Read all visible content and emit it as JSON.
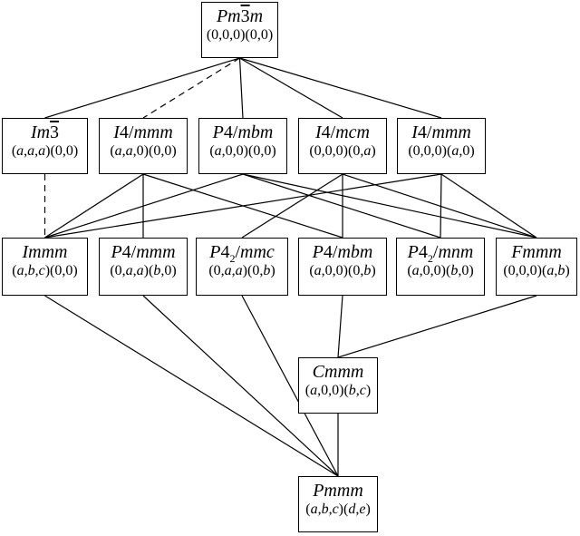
{
  "nodes": {
    "pm3m": {
      "name": [
        {
          "t": "Pm",
          "i": true
        },
        {
          "t": "3",
          "ov": true
        },
        {
          "t": "m",
          "i": true
        }
      ],
      "params": "(0,0,0)(0,0)"
    },
    "im3": {
      "name": [
        {
          "t": "Im",
          "i": true
        },
        {
          "t": "3",
          "ov": true
        }
      ],
      "params": "(a,a,a)(0,0)"
    },
    "i4mmm_a": {
      "name": [
        {
          "t": "I",
          "i": true
        },
        {
          "t": "4/"
        },
        {
          "t": "mmm",
          "i": true
        }
      ],
      "params": "(a,a,0)(0,0)"
    },
    "p4mbm_a": {
      "name": [
        {
          "t": "P",
          "i": true
        },
        {
          "t": "4/"
        },
        {
          "t": "mbm",
          "i": true
        }
      ],
      "params": "(a,0,0)(0,0)"
    },
    "i4mcm": {
      "name": [
        {
          "t": "I",
          "i": true
        },
        {
          "t": "4/"
        },
        {
          "t": "mcm",
          "i": true
        }
      ],
      "params": "(0,0,0)(0,a)"
    },
    "i4mmm_b": {
      "name": [
        {
          "t": "I",
          "i": true
        },
        {
          "t": "4/"
        },
        {
          "t": "mmm",
          "i": true
        }
      ],
      "params": "(0,0,0)(a,0)"
    },
    "immm": {
      "name": [
        {
          "t": "Immm",
          "i": true
        }
      ],
      "params": "(a,b,c)(0,0)"
    },
    "p4mmm": {
      "name": [
        {
          "t": "P",
          "i": true
        },
        {
          "t": "4/"
        },
        {
          "t": "mmm",
          "i": true
        }
      ],
      "params": "(0,a,a)(b,0)"
    },
    "p42mmc": {
      "name": [
        {
          "t": "P",
          "i": true
        },
        {
          "t": "4"
        },
        {
          "t": "2",
          "sub": true
        },
        {
          "t": "/"
        },
        {
          "t": "mmc",
          "i": true
        }
      ],
      "params": "(0,a,a)(0,b)"
    },
    "p4mbm_b": {
      "name": [
        {
          "t": "P",
          "i": true
        },
        {
          "t": "4/"
        },
        {
          "t": "mbm",
          "i": true
        }
      ],
      "params": "(a,0,0)(0,b)"
    },
    "p42mnm": {
      "name": [
        {
          "t": "P",
          "i": true
        },
        {
          "t": "4"
        },
        {
          "t": "2",
          "sub": true
        },
        {
          "t": "/"
        },
        {
          "t": "mnm",
          "i": true
        }
      ],
      "params": "(a,0,0)(b,0)"
    },
    "fmmm": {
      "name": [
        {
          "t": "Fmmm",
          "i": true
        }
      ],
      "params": "(0,0,0)(a,b)"
    },
    "cmmm": {
      "name": [
        {
          "t": "Cmmm",
          "i": true
        }
      ],
      "params": "(a,0,0)(b,c)"
    },
    "pmmm": {
      "name": [
        {
          "t": "Pmmm",
          "i": true
        }
      ],
      "params": "(a,b,c)(d,e)"
    }
  },
  "edges": [
    {
      "from": "pm3m",
      "to": "im3",
      "style": "solid"
    },
    {
      "from": "pm3m",
      "to": "i4mmm_a",
      "style": "dashed"
    },
    {
      "from": "pm3m",
      "to": "p4mbm_a",
      "style": "solid"
    },
    {
      "from": "pm3m",
      "to": "i4mcm",
      "style": "solid"
    },
    {
      "from": "pm3m",
      "to": "i4mmm_b",
      "style": "solid"
    },
    {
      "from": "im3",
      "to": "immm",
      "style": "dashed"
    },
    {
      "from": "i4mmm_a",
      "to": "immm",
      "style": "solid"
    },
    {
      "from": "i4mmm_a",
      "to": "p4mmm",
      "style": "solid"
    },
    {
      "from": "i4mmm_a",
      "to": "p4mbm_b",
      "style": "solid"
    },
    {
      "from": "p4mbm_a",
      "to": "immm",
      "style": "solid"
    },
    {
      "from": "p4mbm_a",
      "to": "p42mnm",
      "style": "solid"
    },
    {
      "from": "p4mbm_a",
      "to": "fmmm",
      "style": "solid"
    },
    {
      "from": "i4mcm",
      "to": "p42mmc",
      "style": "solid"
    },
    {
      "from": "i4mcm",
      "to": "p4mbm_b",
      "style": "solid"
    },
    {
      "from": "i4mcm",
      "to": "fmmm",
      "style": "solid"
    },
    {
      "from": "i4mmm_b",
      "to": "immm",
      "style": "solid"
    },
    {
      "from": "i4mmm_b",
      "to": "p42mnm",
      "style": "solid"
    },
    {
      "from": "i4mmm_b",
      "to": "fmmm",
      "style": "solid"
    },
    {
      "from": "p4mbm_b",
      "to": "cmmm",
      "style": "solid"
    },
    {
      "from": "fmmm",
      "to": "cmmm",
      "style": "solid"
    },
    {
      "from": "immm",
      "to": "pmmm",
      "style": "solid"
    },
    {
      "from": "p4mmm",
      "to": "pmmm",
      "style": "solid"
    },
    {
      "from": "p42mmc",
      "to": "pmmm",
      "style": "solid"
    },
    {
      "from": "cmmm",
      "to": "pmmm",
      "style": "solid"
    }
  ]
}
